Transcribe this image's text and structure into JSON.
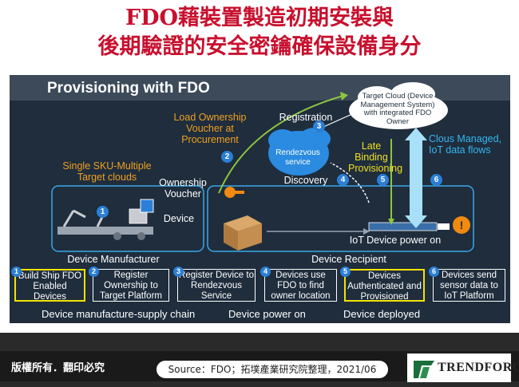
{
  "title_line1": "FDO藉裝置製造初期安裝與",
  "title_line2": "後期驗證的安全密鑰確保設備身分",
  "panel_title": "Provisioning with FDO",
  "labels": {
    "load_ownership": "Load Ownership Voucher at Procurement",
    "registration": "Registration",
    "target_cloud": "Target Cloud (Device Management System) with integrated FDO Owner",
    "single_sku": "Single SKU-Multiple Target clouds",
    "ownership_voucher": "Ownership Voucher",
    "rendezvous": "Rendezvous service",
    "discovery": "Discovery",
    "late_binding": "Late Binding Provisioning",
    "cloud_managed": "Clous Managed, IoT data flows",
    "device": "Device",
    "iot_power_on": "IoT Device power on",
    "device_manufacturer": "Device Manufacturer",
    "device_recipient": "Device Recipient"
  },
  "circle_numbers": [
    "1",
    "2",
    "3",
    "4",
    "5",
    "6"
  ],
  "steps": [
    {
      "num": "1",
      "text": "Build Ship FDO Enabled Devices",
      "highlight": true
    },
    {
      "num": "2",
      "text": "Register Ownership to Target Platform",
      "highlight": false
    },
    {
      "num": "3",
      "text": "Register Device to Rendezvous Service",
      "highlight": false
    },
    {
      "num": "4",
      "text": "Devices use FDO to find owner location",
      "highlight": false
    },
    {
      "num": "5",
      "text": "Devices Authenticated and Provisioned",
      "highlight": true
    },
    {
      "num": "6",
      "text": "Devices send sensor data to IoT Platform",
      "highlight": false
    }
  ],
  "phases": {
    "supply_chain": "Device manufacture-supply chain",
    "power_on": "Device power on",
    "deployed": "Device deployed"
  },
  "footer": {
    "rights": "版權所有．翻印必究",
    "source": "Source：FDO；拓墣產業研究院整理，2021/06",
    "brand": "TRENDFORCE"
  },
  "colors": {
    "title": "#c8102e",
    "panel": "#1f2d3d",
    "orange": "#f0a020",
    "light_blue": "#34b7f0",
    "yellow": "#f0e020",
    "step_highlight": "#f4e300"
  }
}
